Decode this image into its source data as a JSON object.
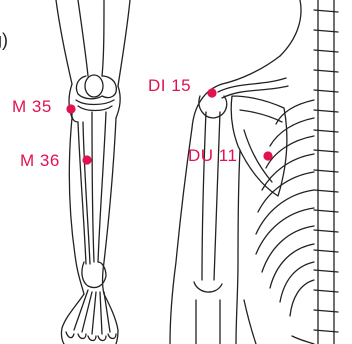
{
  "header": {
    "title_fragment": "ng)"
  },
  "points": [
    {
      "id": "m35",
      "label": "M  35",
      "side": "left"
    },
    {
      "id": "m36",
      "label": "M  36",
      "side": "left"
    },
    {
      "id": "di15",
      "label": "DI 15",
      "side": "left"
    },
    {
      "id": "du11",
      "label": "DU 11",
      "side": "left"
    }
  ],
  "colors": {
    "point": "#e0134f",
    "line": "#222222",
    "text": "#222222"
  }
}
